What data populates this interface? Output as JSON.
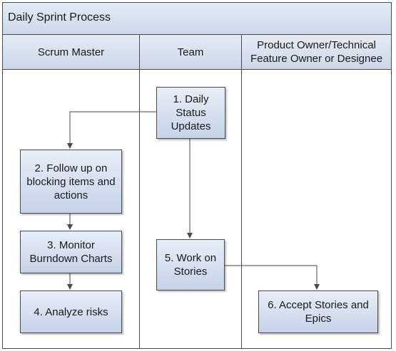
{
  "diagram": {
    "title": "Daily Sprint Process",
    "lanes": [
      {
        "label": "Scrum Master"
      },
      {
        "label": "Team"
      },
      {
        "label": "Product Owner/Technical Feature Owner or Designee"
      }
    ],
    "steps": [
      {
        "label": "1. Daily Status Updates"
      },
      {
        "label": "2. Follow up on blocking items and actions"
      },
      {
        "label": "3. Monitor Burndown Charts"
      },
      {
        "label": "4. Analyze risks"
      },
      {
        "label": "5. Work on Stories"
      },
      {
        "label": "6. Accept Stories and Epics"
      }
    ],
    "colors": {
      "header_top": "#e4ecf6",
      "header_bottom": "#cbd8ea",
      "box_top": "#e7eef8",
      "box_bottom": "#c5d3e8",
      "line": "#4a4a4a"
    }
  }
}
